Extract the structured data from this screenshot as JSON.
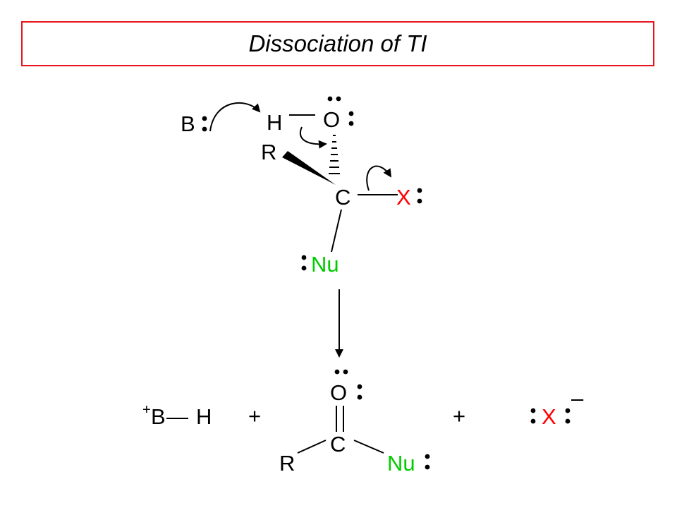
{
  "title": "Dissociation of TI",
  "colors": {
    "title_border": "#e8141c",
    "leaving_group": "#ff0000",
    "nucleophile": "#00cc00",
    "default": "#000000"
  },
  "reactant": {
    "base": "B",
    "hydrogen": "H",
    "oxygen": "O",
    "r_group": "R",
    "carbon": "C",
    "leaving_group": "X",
    "nucleophile": "Nu"
  },
  "products": {
    "conjugate_acid": {
      "charge": "+",
      "atom_b": "B",
      "bond": "—",
      "atom_h": "H"
    },
    "plus_1": "+",
    "carbonyl": {
      "oxygen": "O",
      "carbon": "C",
      "r_group": "R",
      "nucleophile": "Nu"
    },
    "plus_2": "+",
    "leaving_ion": {
      "atom": "X",
      "charge": "–"
    }
  }
}
